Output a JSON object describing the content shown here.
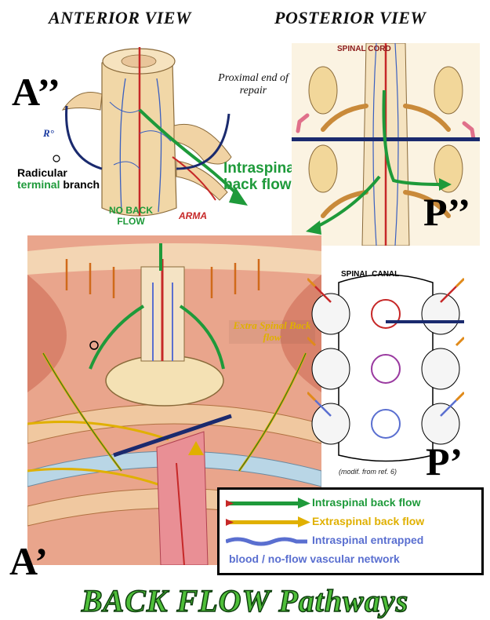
{
  "headers": {
    "anterior": "ANTERIOR VIEW",
    "posterior": "POSTERIOR VIEW"
  },
  "panel_labels": {
    "a_double": "A’’",
    "p_double": "P’’",
    "p_single": "P’",
    "a_single": "A’"
  },
  "anterior_top": {
    "proximal_end": "Proximal end of repair",
    "r_label": "R°",
    "radicular_line1": "Radicular",
    "radicular_terminal": "terminal",
    "radicular_branch": " branch",
    "no_back_flow": "NO BACK FLOW",
    "arma": "ARMA",
    "intraspinal_backflow": "Intraspinal back flow"
  },
  "posterior_top": {
    "spinal_cord": "SPINAL CORD"
  },
  "posterior_bottom": {
    "spinal_canal": "SPINAL CANAL",
    "credit": "(modif. from ref. 6)"
  },
  "anterior_bottom": {
    "extra_spinal": "Extra Spinal Back flow"
  },
  "legend": {
    "intraspinal": "Intraspinal back flow",
    "extraspinal": "Extraspinal back flow",
    "entrapped_line1": "Intraspinal entrapped",
    "entrapped_line2": "blood / no-flow vascular network",
    "colors": {
      "intraspinal": "#1e9a3a",
      "extraspinal": "#e0b000",
      "entrapped": "#5a6fd0"
    }
  },
  "footer": "BACK FLOW Pathways"
}
